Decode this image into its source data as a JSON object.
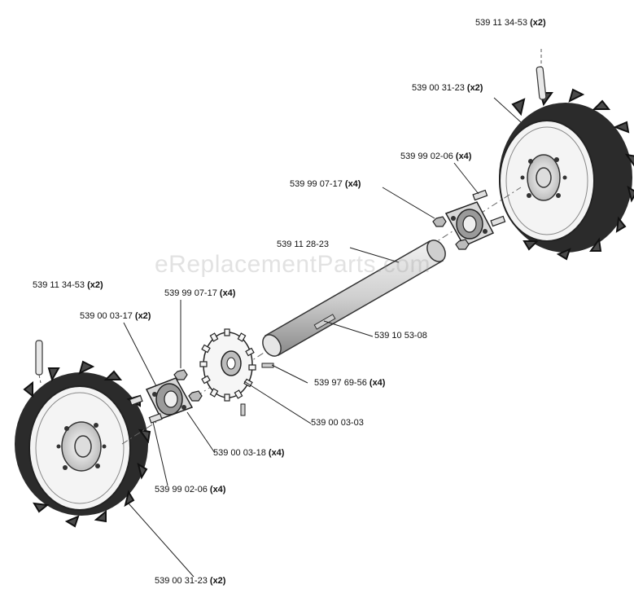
{
  "watermark": "eReplacementParts.com",
  "labels": {
    "pin_top": {
      "part": "539 11 34-53",
      "qty": "(x2)"
    },
    "wheel_top": {
      "part": "539 00 31-23",
      "qty": "(x2)"
    },
    "bolt_top": {
      "part": "539 99 02-06",
      "qty": "(x4)"
    },
    "nut_top": {
      "part": "539 99 07-17",
      "qty": "(x4)"
    },
    "axle": {
      "part": "539 11 28-23",
      "qty": ""
    },
    "pin_left": {
      "part": "539 11 34-53",
      "qty": "(x2)"
    },
    "nut_left": {
      "part": "539 99 07-17",
      "qty": "(x4)"
    },
    "bearing_left": {
      "part": "539 00 03-17",
      "qty": "(x2)"
    },
    "key": {
      "part": "539 10 53-08",
      "qty": ""
    },
    "setscrew": {
      "part": "539 97 69-56",
      "qty": "(x4)"
    },
    "sprocket": {
      "part": "539 00 03-03",
      "qty": ""
    },
    "flange": {
      "part": "539 00 03-18",
      "qty": "(x4)"
    },
    "bolt_left": {
      "part": "539 99 02-06",
      "qty": "(x4)"
    },
    "wheel_left": {
      "part": "539 00 31-23",
      "qty": "(x2)"
    }
  }
}
